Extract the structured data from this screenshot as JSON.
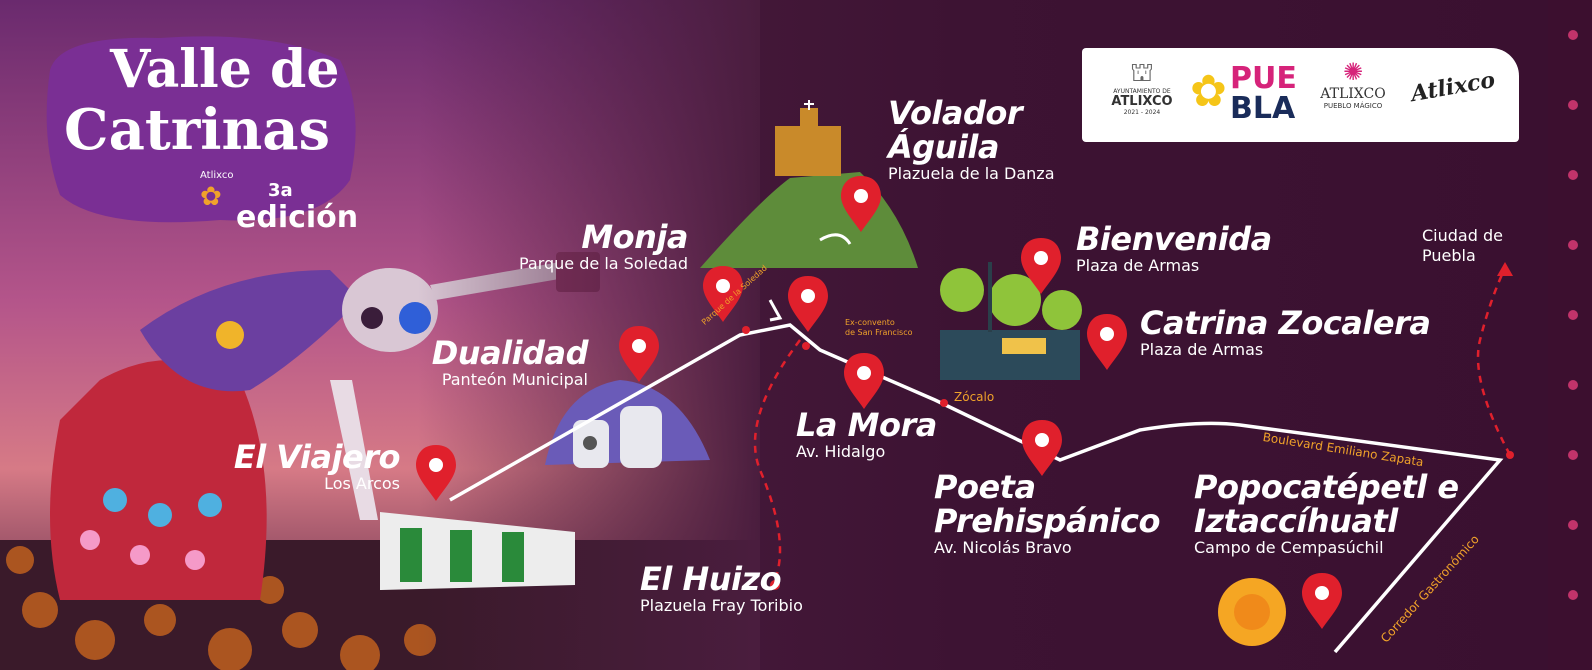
{
  "event": {
    "title_line1": "Valle de",
    "title_line2": "Catrinas",
    "town": "Atlixco",
    "edition_number": "3a",
    "edition_word": "edición"
  },
  "logos": {
    "ayuntamiento_line1": "AYUNTAMIENTO DE",
    "ayuntamiento_line2": "ATLIXCO",
    "ayuntamiento_years": "2021 - 2024",
    "puebla_top": "PUE",
    "puebla_bottom": "BLA",
    "atlixco_name": "ATLIXCO",
    "atlixco_tagline": "PUEBLO MÁGICO",
    "atlixco_script": "Atlixco"
  },
  "stops": [
    {
      "title": "Volador",
      "title2": "Águila",
      "subtitle": "Plazuela de la Danza"
    },
    {
      "title": "Monja",
      "subtitle": "Parque de la Soledad"
    },
    {
      "title": "Bienvenida",
      "subtitle": "Plaza de Armas"
    },
    {
      "title": "Catrina Zocalera",
      "subtitle": "Plaza de Armas"
    },
    {
      "title": "Dualidad",
      "subtitle": "Panteón Municipal"
    },
    {
      "title": "La Mora",
      "subtitle": "Av. Hidalgo"
    },
    {
      "title": "El Viajero",
      "subtitle": "Los Arcos"
    },
    {
      "title": "Poeta",
      "title2": "Prehispánico",
      "subtitle": "Av. Nicolás Bravo"
    },
    {
      "title": "Popocatépetl e",
      "title2": "Iztaccíhuatl",
      "subtitle": "Campo de Cempasúchil"
    },
    {
      "title": "El Huizo",
      "subtitle": "Plazuela Fray Toribio"
    }
  ],
  "street_labels": {
    "parque_soledad": "Parque de la Soledad",
    "exconvento_1": "Ex-convento",
    "exconvento_2": "de San Francisco",
    "zocalo": "Zócalo",
    "boulevard": "Boulevard Emiliano Zapata",
    "corredor": "Corredor Gastronómico"
  },
  "destination": {
    "line1": "Ciudad de",
    "line2": "Puebla"
  },
  "colors": {
    "pin": "#e0202c",
    "route": "#ffffff",
    "dashed_route": "#e0202c",
    "street_label": "#f0a22a",
    "background": "#3d1333",
    "brand_purple": "#7a2f94"
  }
}
